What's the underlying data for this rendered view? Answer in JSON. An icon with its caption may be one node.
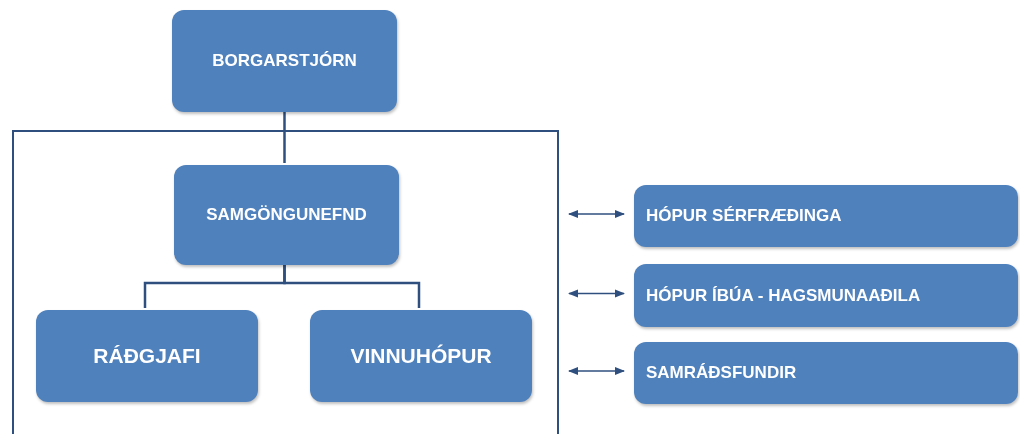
{
  "diagram": {
    "nodes": [
      {
        "text": [
          "BORGARSTJÓRN"
        ]
      },
      {
        "text": [],
        "shape": "box"
      },
      {
        "text": [
          "SAMGÖNGUNEFND"
        ],
        "in": 1
      },
      {
        "text": [
          "RÁÐGJAFI"
        ],
        "in": 1
      },
      {
        "text": [
          "VINNUHÓPUR"
        ],
        "in": 1
      },
      {
        "text": [
          "HÓPUR SÉRFRÆÐINGA"
        ]
      },
      {
        "text": [
          "HÓPUR ÍBÚA - HAGSMUNAAÐILA"
        ]
      },
      {
        "text": [
          "SAMRÁÐSFUNDIR"
        ]
      }
    ],
    "edges": [
      {
        "from": 0,
        "to": 2,
        "arrow": "none"
      },
      {
        "from": 2,
        "to": 3,
        "arrow": "none"
      },
      {
        "from": 2,
        "to": 4,
        "arrow": "none"
      },
      {
        "from": 1,
        "to": 5,
        "arrow": "both"
      },
      {
        "from": 1,
        "to": 6,
        "arrow": "both"
      },
      {
        "from": 1,
        "to": 7,
        "arrow": "both"
      }
    ]
  }
}
